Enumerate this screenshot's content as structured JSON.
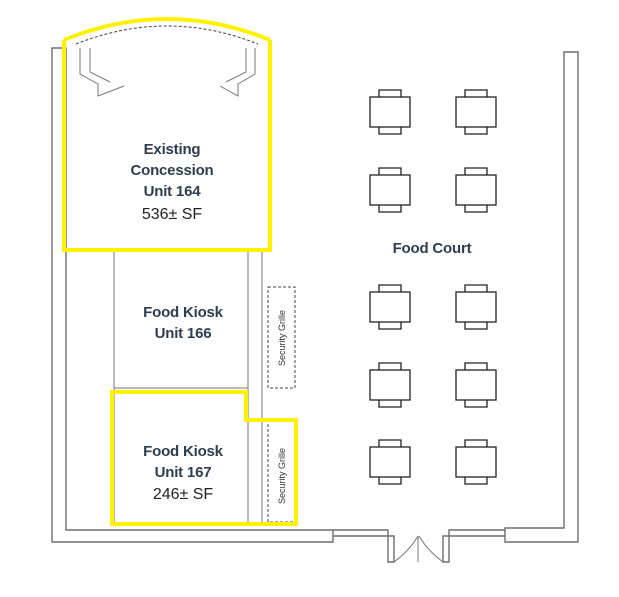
{
  "units": {
    "u164": {
      "line1": "Existing",
      "line2": "Concession",
      "line3": "Unit 164",
      "area": "536± SF"
    },
    "u166": {
      "line1": "Food Kiosk",
      "line2": "Unit 166"
    },
    "u167": {
      "line1": "Food Kiosk",
      "line2": "Unit 167",
      "area": "246± SF"
    }
  },
  "food_court": {
    "label": "Food Court"
  },
  "grilles": {
    "upper": "Security Grille",
    "lower": "Security Grille"
  },
  "colors": {
    "highlight": "#fff200",
    "label": "#2c3e50",
    "wall": "#6e6e6e"
  }
}
